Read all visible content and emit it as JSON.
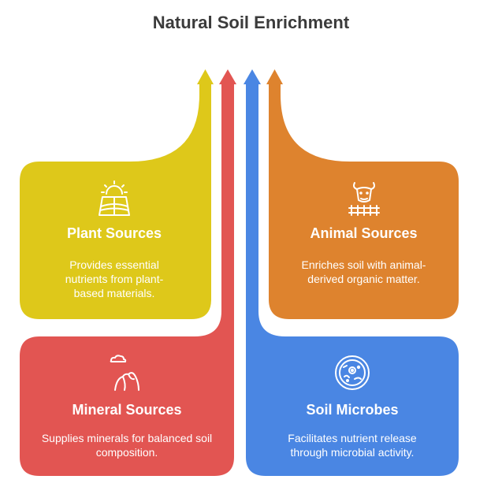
{
  "title": "Natural Soil Enrichment",
  "colors": {
    "plant": "#DEC81A",
    "animal": "#DE832E",
    "mineral": "#E25552",
    "microbes": "#4A86E3",
    "title": "#3b3b3b"
  },
  "cards": {
    "plant": {
      "heading": "Plant Sources",
      "description": "Provides essential nutrients from plant-based materials.",
      "icon": "sunrise-field-icon"
    },
    "animal": {
      "heading": "Animal Sources",
      "description": "Enriches soil with animal-derived organic matter.",
      "icon": "cow-fence-icon"
    },
    "mineral": {
      "heading": "Mineral Sources",
      "description": "Supplies minerals for balanced soil composition.",
      "icon": "mountain-cloud-icon"
    },
    "microbes": {
      "heading": "Soil Microbes",
      "description": "Facilitates nutrient release through microbial activity.",
      "icon": "microbe-icon"
    }
  }
}
